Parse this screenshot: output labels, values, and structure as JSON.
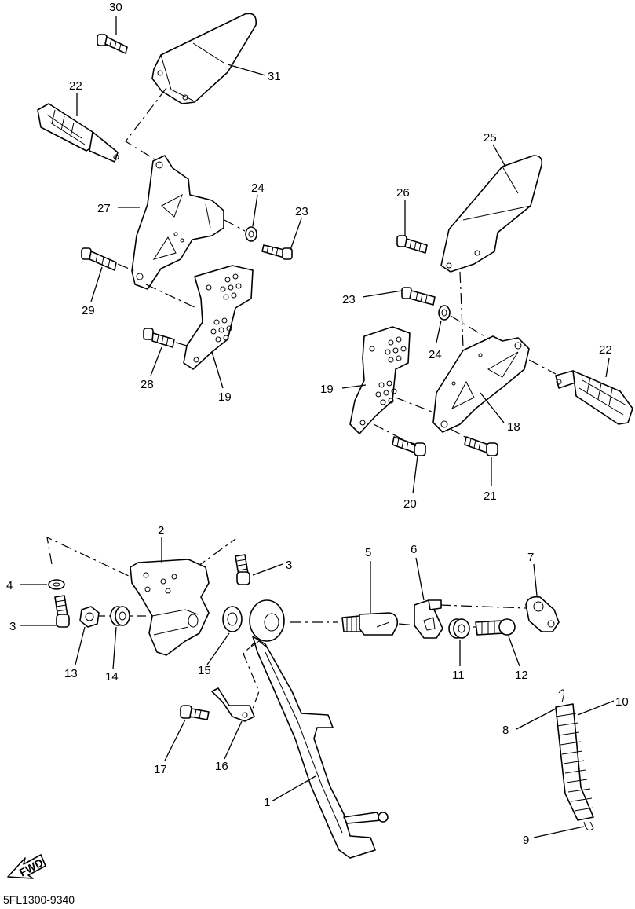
{
  "title": "",
  "part_number": "5FL1300-9340",
  "fwd_label": "FWD",
  "callouts": {
    "c30": "30",
    "c31": "31",
    "c22a": "22",
    "c27": "27",
    "c24a": "24",
    "c23a": "23",
    "c29": "29",
    "c28": "28",
    "c19a": "19",
    "c25": "25",
    "c26": "26",
    "c23b": "23",
    "c24b": "24",
    "c22b": "22",
    "c19b": "19",
    "c18": "18",
    "c20": "20",
    "c21": "21",
    "c2": "2",
    "c4": "4",
    "c3a": "3",
    "c3b": "3",
    "c13": "13",
    "c14": "14",
    "c15": "15",
    "c5": "5",
    "c6": "6",
    "c7": "7",
    "c11": "11",
    "c12": "12",
    "c17": "17",
    "c16": "16",
    "c1": "1",
    "c8": "8",
    "c10": "10",
    "c9": "9"
  }
}
